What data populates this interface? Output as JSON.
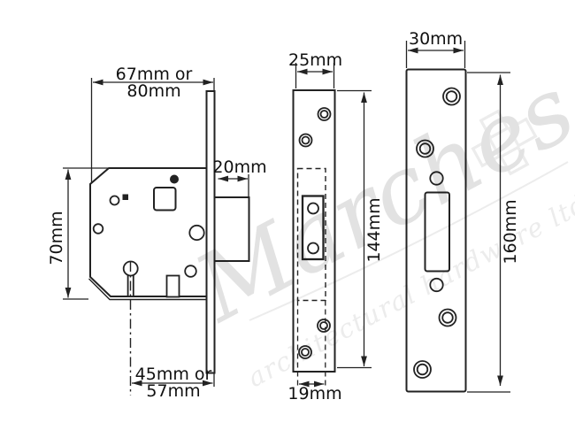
{
  "watermark": {
    "brand_script": "Marches",
    "tagline": "architectural hardware ltd."
  },
  "dimensions": {
    "lock_body": {
      "case_width_line1": "67mm or",
      "case_width_line2": "80mm",
      "case_height": "70mm",
      "bolt_throw": "20mm",
      "backset_line1": "45mm or",
      "backset_line2": "57mm"
    },
    "faceplate": {
      "width": "25mm",
      "height": "144mm",
      "inner_case_width": "19mm"
    },
    "strike_plate": {
      "width": "30mm",
      "height": "160mm"
    }
  },
  "colors": {
    "line": "#222222",
    "wm_script": "#e2e2e2",
    "wm_text": "#ececec",
    "bg": "#ffffff"
  }
}
